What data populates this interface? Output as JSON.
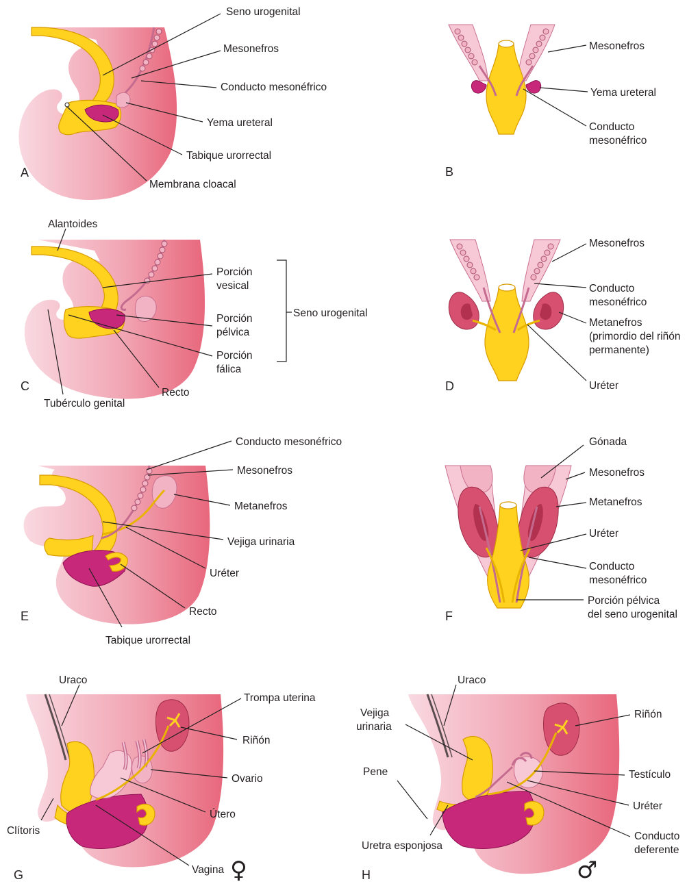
{
  "panels": {
    "A": {
      "letter": "A",
      "labels": {
        "seno_urogenital": "Seno urogenital",
        "mesonefros": "Mesonefros",
        "conducto_mesonefrico": "Conducto mesonéfrico",
        "yema_ureteral": "Yema ureteral",
        "tabique_urorrectal": "Tabique urorrectal",
        "membrana_cloacal": "Membrana cloacal"
      }
    },
    "B": {
      "letter": "B",
      "labels": {
        "mesonefros": "Mesonefros",
        "yema_ureteral": "Yema ureteral",
        "conducto_1": "Conducto",
        "conducto_2": "mesonéfrico"
      }
    },
    "C": {
      "letter": "C",
      "labels": {
        "alantoides": "Alantoides",
        "porcion_vesical_1": "Porción",
        "porcion_vesical_2": "vesical",
        "porcion_pelvica_1": "Porción",
        "porcion_pelvica_2": "pélvica",
        "porcion_falica_1": "Porción",
        "porcion_falica_2": "fálica",
        "seno_urogenital": "Seno urogenital",
        "tuberculo_genital": "Tubérculo genital",
        "recto": "Recto"
      }
    },
    "D": {
      "letter": "D",
      "labels": {
        "mesonefros": "Mesonefros",
        "conducto_1": "Conducto",
        "conducto_2": "mesonéfrico",
        "metanefros_1": "Metanefros",
        "metanefros_2": "(primordio del riñón",
        "metanefros_3": "permanente)",
        "ureter": "Uréter"
      }
    },
    "E": {
      "letter": "E",
      "labels": {
        "conducto_mesonefrico": "Conducto mesonéfrico",
        "mesonefros": "Mesonefros",
        "metanefros": "Metanefros",
        "vejiga_urinaria": "Vejiga urinaria",
        "ureter": "Uréter",
        "recto": "Recto",
        "tabique_urorrectal": "Tabique urorrectal"
      }
    },
    "F": {
      "letter": "F",
      "labels": {
        "gonada": "Gónada",
        "mesonefros": "Mesonefros",
        "metanefros": "Metanefros",
        "ureter": "Uréter",
        "conducto_1": "Conducto",
        "conducto_2": "mesonéfrico",
        "porcion_pelvica_1": "Porción pélvica",
        "porcion_pelvica_2": "del seno urogenital"
      }
    },
    "G": {
      "letter": "G",
      "symbol": "♀",
      "labels": {
        "uraco": "Uraco",
        "trompa_uterina": "Trompa uterina",
        "rinon": "Riñón",
        "ovario": "Ovario",
        "clitoris": "Clítoris",
        "utero": "Útero",
        "vagina": "Vagina"
      }
    },
    "H": {
      "letter": "H",
      "symbol": "♂",
      "labels": {
        "uraco": "Uraco",
        "vejiga_1": "Vejiga",
        "vejiga_2": "urinaria",
        "rinon": "Riñón",
        "pene": "Pene",
        "testiculo": "Testículo",
        "ureter": "Uréter",
        "uretra_esponjosa": "Uretra esponjosa",
        "conducto_deferente_1": "Conducto",
        "conducto_deferente_2": "deferente"
      }
    }
  },
  "colors": {
    "skin_light": "#f7cdd8",
    "skin_dark": "#e8677c",
    "yellow": "#ffd21f",
    "magenta": "#c8287a",
    "pink": "#f2b3c4",
    "kidney": "#d8506f"
  }
}
